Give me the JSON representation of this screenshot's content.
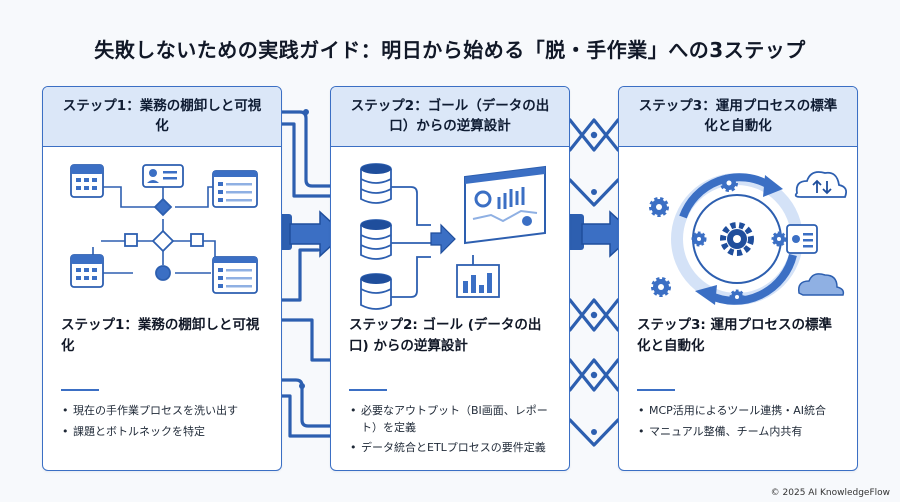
{
  "title": "失敗しないための実践ガイド：明日から始める「脱・手作業」への3ステップ",
  "steps": [
    {
      "header": "ステップ1：業務の棚卸しと可視化",
      "heading": "ステップ1：業務の棚卸しと可視化",
      "bullets": [
        "現在の手作業プロセスを洗い出す",
        "課題とボトルネックを特定"
      ],
      "icons": [
        "calendar-icon",
        "user-card-icon",
        "document-list-icon",
        "flowchart-icon"
      ]
    },
    {
      "header": "ステップ2：ゴール（データの出口）からの逆算設計",
      "heading": "ステップ2: ゴール (データの出口) からの逆算設計",
      "bullets": [
        "必要なアウトプット（BI画面、レポート）を定義",
        "データ統合とETLプロセスの要件定義"
      ],
      "icons": [
        "database-icon",
        "dashboard-icon",
        "bar-chart-icon"
      ]
    },
    {
      "header": "ステップ3：運用プロセスの標準化と自動化",
      "heading": "ステップ3: 運用プロセスの標準化と自動化",
      "bullets": [
        "MCP活用によるツール連携・AI統合",
        "マニュアル整備、チーム内共有"
      ],
      "icons": [
        "gear-icon",
        "cycle-icon",
        "cloud-sync-icon"
      ]
    }
  ],
  "footer": "© 2025 AI KnowledgeFlow",
  "colors": {
    "accent": "#3b6fc4",
    "header_bg": "#dbe7f8",
    "dark_blue": "#1f4e9c"
  }
}
